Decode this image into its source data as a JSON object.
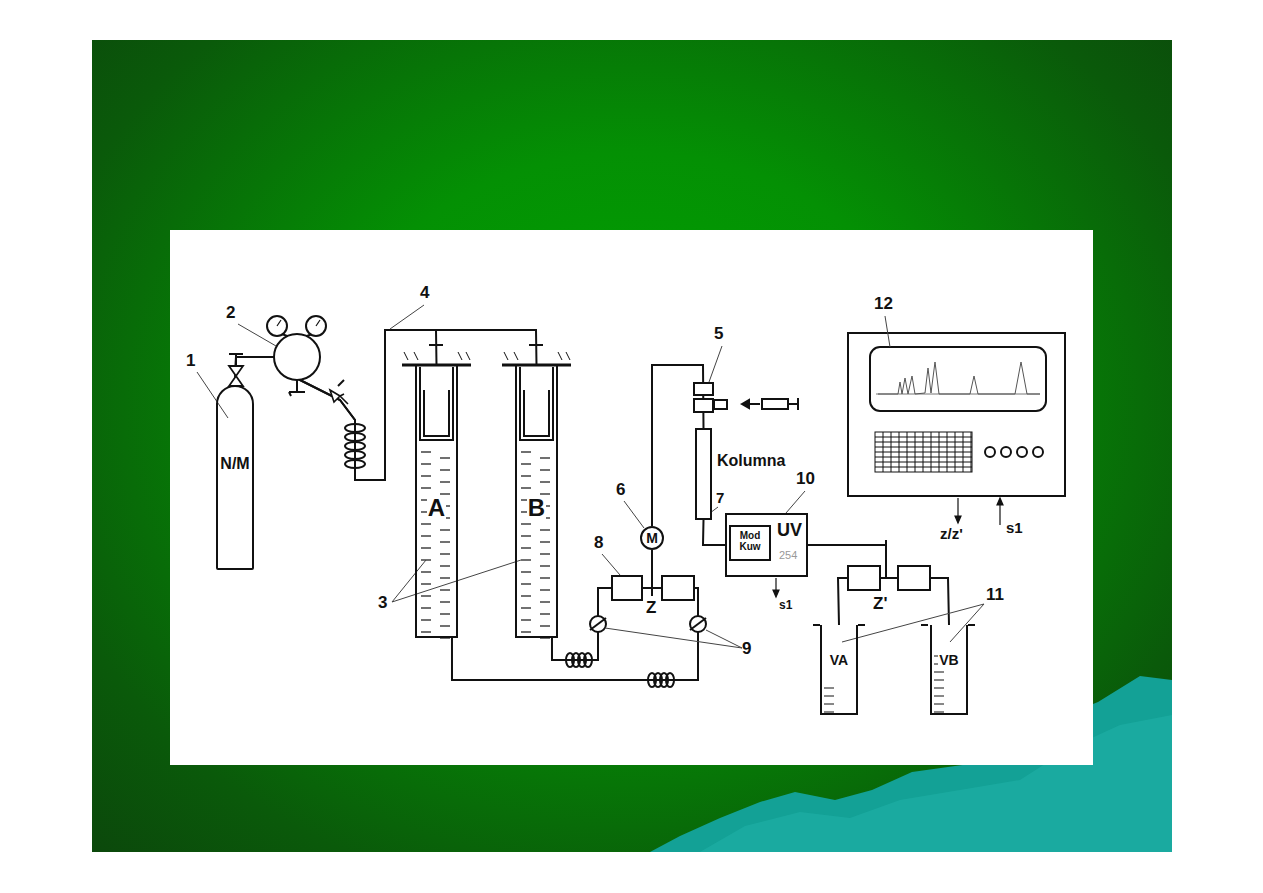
{
  "diagram": {
    "nodes": [
      {
        "text": [
          "N/M"
        ]
      },
      {
        "text": [
          "A"
        ]
      },
      {
        "text": [
          "B"
        ]
      },
      {
        "text": [
          "M"
        ]
      },
      {
        "text": [
          "Kolumna"
        ]
      },
      {
        "text": [
          "UV",
          "254"
        ]
      },
      {
        "text": [
          "Mod Kuw"
        ],
        "in": 5
      },
      {
        "text": [
          "VA"
        ]
      },
      {
        "text": [
          "VB"
        ]
      }
    ],
    "edges": [
      {
        "from": 0,
        "to": 1,
        "arrow": "none"
      },
      {
        "from": 0,
        "to": 2,
        "arrow": "none"
      },
      {
        "from": 1,
        "to": 3,
        "arrow": "none"
      },
      {
        "from": 2,
        "to": 3,
        "arrow": "none"
      },
      {
        "from": 3,
        "to": 4,
        "arrow": "none"
      },
      {
        "from": 4,
        "to": 5,
        "arrow": "none"
      },
      {
        "from": 5,
        "to": 7,
        "arrow": "none"
      },
      {
        "from": 5,
        "to": 8,
        "arrow": "none"
      }
    ],
    "labels": [
      "1",
      "2",
      "4",
      "5",
      "12",
      "6",
      "7",
      "10",
      "8",
      "Z",
      "3",
      "s1",
      "Z'",
      "z/z'",
      "s1",
      "9",
      "11"
    ]
  }
}
